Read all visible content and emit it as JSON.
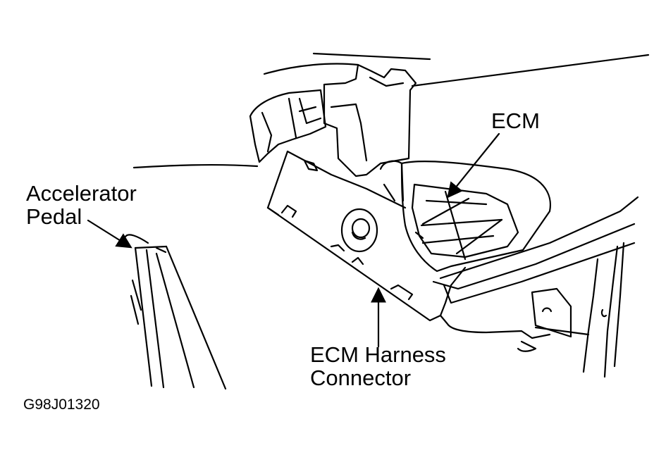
{
  "labels": {
    "ecm": "ECM",
    "accelerator_pedal_line1": "Accelerator",
    "accelerator_pedal_line2": "Pedal",
    "ecm_harness_line1": "ECM Harness",
    "ecm_harness_line2": "Connector"
  },
  "figure_code": "G98J01320",
  "colors": {
    "ink": "#000000",
    "paper": "#ffffff"
  }
}
